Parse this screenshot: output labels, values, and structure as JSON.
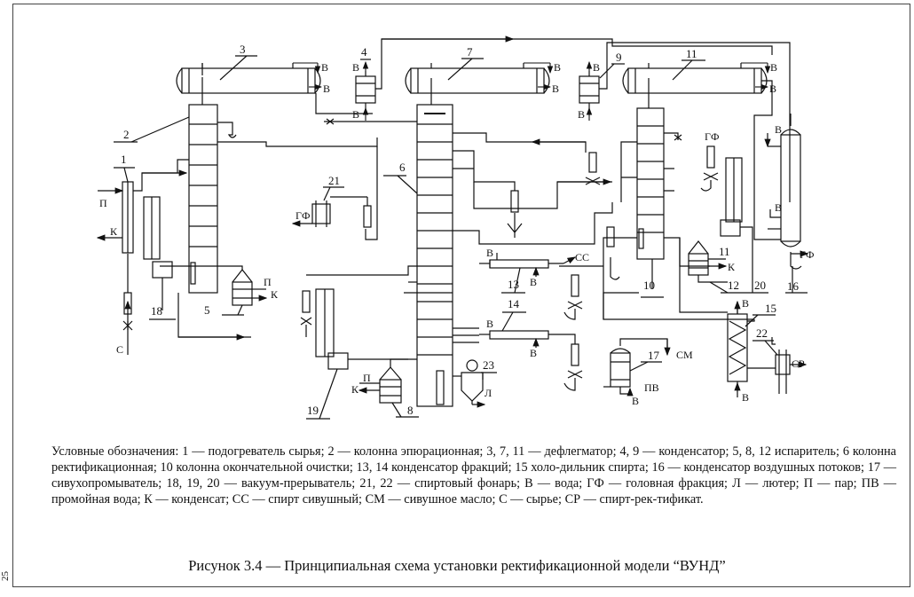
{
  "legend": "Условные обозначения: 1 — подогреватель сырья; 2 — колонна эпюрационная; 3, 7, 11 — дефлегматор; 4, 9 — конденсатор; 5, 8, 12 испаритель; 6    колонна ректификационная; 10    колонна окончательной очистки; 13, 14    конденсатор фракций; 15    холо-дильник спирта; 16 — конденсатор воздушных потоков; 17 — сивухопромыватель; 18, 19,  20 — вакуум-прерыватель; 21, 22 — спиртовый фонарь; В — вода; ГФ — головная фракция; Л — лютер; П — пар; ПВ — промойная вода; К — конденсат; СС — спирт сивушный; СМ — сивушное масло; С — сырье; СР — спирт-рек-тификат.",
  "caption": "Рисунок 3.4 — Принципиальная схема установки ректификационной модели “ВУНД”",
  "page_number": "25",
  "labels": {
    "n1": "1",
    "n2": "2",
    "n3": "3",
    "n4": "4",
    "n5": "5",
    "n6": "6",
    "n7": "7",
    "n8": "8",
    "n9": "9",
    "n10": "10",
    "n11a": "11",
    "n11b": "11",
    "n12": "12",
    "n13": "13",
    "n14": "14",
    "n15": "15",
    "n16": "16",
    "n17": "17",
    "n18": "18",
    "n19": "19",
    "n20": "20",
    "n21": "21",
    "n22": "22",
    "n23": "23"
  },
  "streams": {
    "water": "В",
    "steam": "П",
    "condensate": "К",
    "feed": "С",
    "head_fraction": "ГФ",
    "fusel_spirit": "СС",
    "fusel_oil": "СМ",
    "lutter": "Л",
    "wash_water": "ПВ",
    "rectified": "СР"
  }
}
